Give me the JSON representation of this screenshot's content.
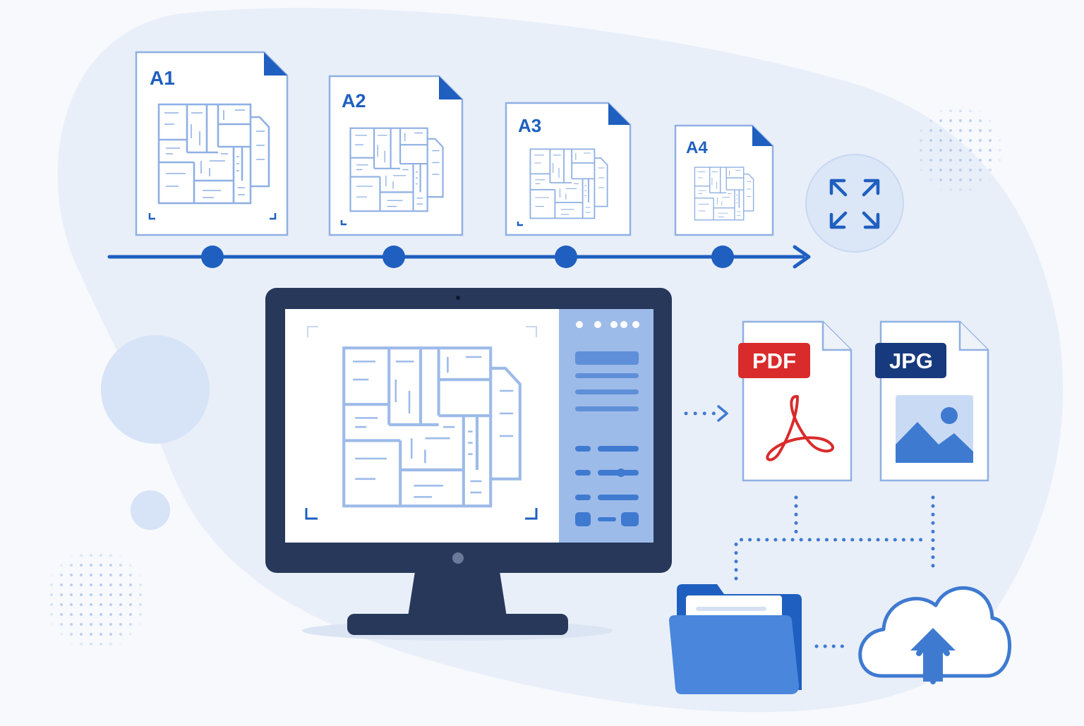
{
  "colors": {
    "background": "#f7f9fd",
    "blob": "#e9eff9",
    "brand_blue": "#1f5fbf",
    "blueprint_line": "#8fb0e3",
    "monitor_frame": "#27385a",
    "panel_blue": "#9dbbe9",
    "pdf_red": "#d92b2b",
    "jpg_navy": "#17397d",
    "folder_blue": "#3f7ad1"
  },
  "paper_sizes": [
    {
      "label": "A1"
    },
    {
      "label": "A2"
    },
    {
      "label": "A3"
    },
    {
      "label": "A4"
    }
  ],
  "scale_icon": "expand-arrows-icon",
  "exports": {
    "pdf": {
      "label": "PDF",
      "icon": "adobe-acrobat-icon"
    },
    "jpg": {
      "label": "JPG",
      "icon": "image-icon"
    }
  },
  "destinations": {
    "folder": {
      "icon": "folder-icon"
    },
    "cloud": {
      "icon": "cloud-upload-icon"
    }
  }
}
